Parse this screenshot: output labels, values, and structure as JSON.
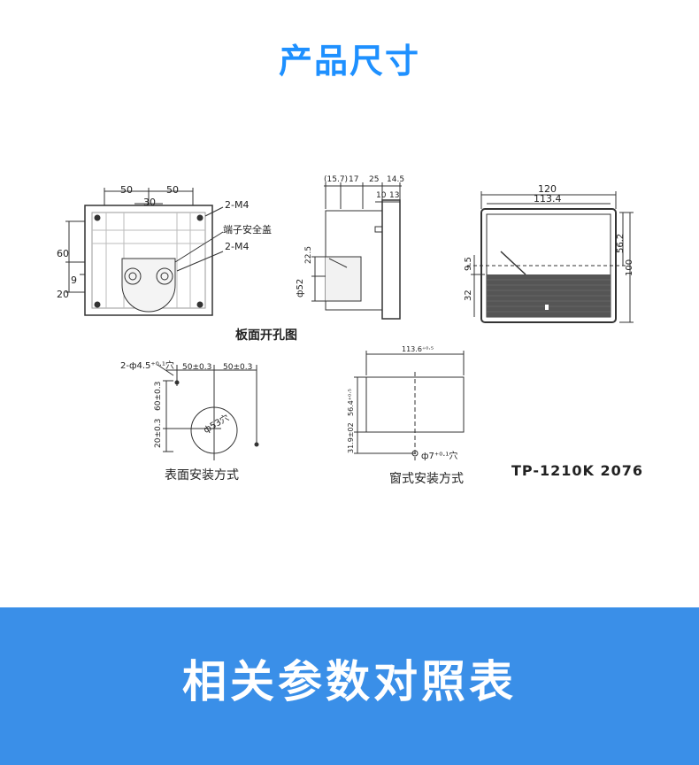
{
  "header": {
    "title": "产品尺寸",
    "title_color": "#1E90FF"
  },
  "front_view": {
    "dims_top": [
      "50",
      "50",
      "30"
    ],
    "dims_left": [
      "60",
      "9",
      "20"
    ],
    "callouts": [
      "2-M4",
      "端子安全盖",
      "2-M4"
    ],
    "caption": "板面开孔图"
  },
  "side_view": {
    "dims_top": [
      "(15.7)",
      "17",
      "25",
      "14.5",
      "10",
      "13"
    ],
    "dims_left": [
      "22.5",
      "ф52"
    ]
  },
  "face_view": {
    "dims_top": [
      "120",
      "113.4"
    ],
    "dims_right": [
      "56.2",
      "100"
    ],
    "dims_left": [
      "9.5",
      "32"
    ]
  },
  "surface_mount": {
    "dims": [
      "2-ф4.5⁺⁰·¹穴",
      "50±0.3",
      "50±0.3",
      "60±0.3",
      "20±0.3",
      "ф53穴"
    ],
    "caption": "表面安装方式"
  },
  "window_mount": {
    "dims": [
      "113.6⁺⁰·⁵",
      "56.4⁺⁰·⁵",
      "31.9±02",
      "ф7⁺⁰·¹穴"
    ],
    "caption": "窗式安装方式"
  },
  "model": "TP-1210K 2076",
  "banner": {
    "text": "相关参数对照表",
    "bg_color": "#3A8FE8",
    "text_color": "#ffffff"
  }
}
